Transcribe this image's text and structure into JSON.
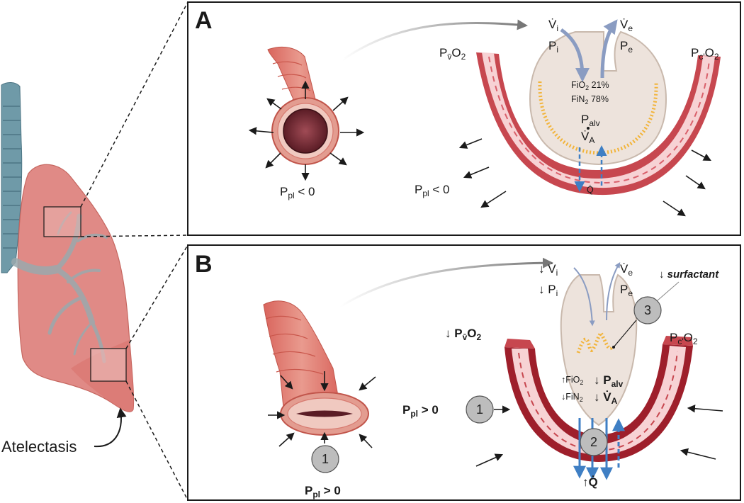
{
  "panels": {
    "a": {
      "letter": "A",
      "vi": "V̇",
      "vi_sub": "i",
      "pi": "P",
      "pi_sub": "i",
      "ve": "V̇",
      "ve_sub": "e",
      "pe": "P",
      "pe_sub": "e",
      "pvo2": "P",
      "pvo2_sub": "v̄",
      "pvo2_tail": "O",
      "pvo2_2": "2",
      "pco2": "P",
      "pco2_sub": "c'",
      "pco2_tail": "O",
      "pco2_2": "2",
      "fio2": "FiO",
      "fio2_val": " 21%",
      "fin2": "FiN",
      "fin2_val": " 78%",
      "palv": "P",
      "palv_sub": "alv",
      "va": "V̇",
      "va_sub": "A",
      "q": "Q̇",
      "ppl_airway": "P",
      "ppl_airway_sub": "pl",
      "ppl_airway_rel": " < 0",
      "ppl_alv": "P",
      "ppl_alv_sub": "pl",
      "ppl_alv_rel": " < 0"
    },
    "b": {
      "letter": "B",
      "vi": "↓ V̇",
      "vi_sub": "i",
      "pi": "↓ P",
      "pi_sub": "i",
      "ve": "V̇",
      "ve_sub": "e",
      "pe": "P",
      "pe_sub": "e",
      "surfactant": "↓ surfactant",
      "pvo2": "↓ P",
      "pvo2_sub": "v̄",
      "pvo2_tail": "O",
      "pvo2_2": "2",
      "pco2": "P",
      "pco2_sub": "c'",
      "pco2_tail": "O",
      "pco2_2": "2",
      "fio2": "↑FiO",
      "fin2": "↓FiN",
      "palv": "↓ P",
      "palv_sub": "alv",
      "va": "↓ V̇",
      "va_sub": "A",
      "q": "↑Q̇",
      "ppl_mid": "P",
      "ppl_mid_sub": "pl",
      "ppl_mid_rel": " > 0",
      "ppl_bottom": "P",
      "ppl_bottom_sub": "pl",
      "ppl_bottom_rel": " > 0",
      "markers": [
        "1",
        "1",
        "2",
        "3"
      ]
    }
  },
  "lung": {
    "label": "Atelectasis"
  },
  "colors": {
    "lung": "#e08a86",
    "trachea": "#6f9aa8",
    "vessel": "#c7474f",
    "vessel_dark": "#9e1f2b",
    "vessel_inner": "#f7d2d4",
    "alveolus": "#ede3dc",
    "surfactant": "#f2b43a",
    "blue_arrow": "#3f7fc4",
    "flow_arrow": "#8a9cc2",
    "marker": "#bdbdbd"
  }
}
